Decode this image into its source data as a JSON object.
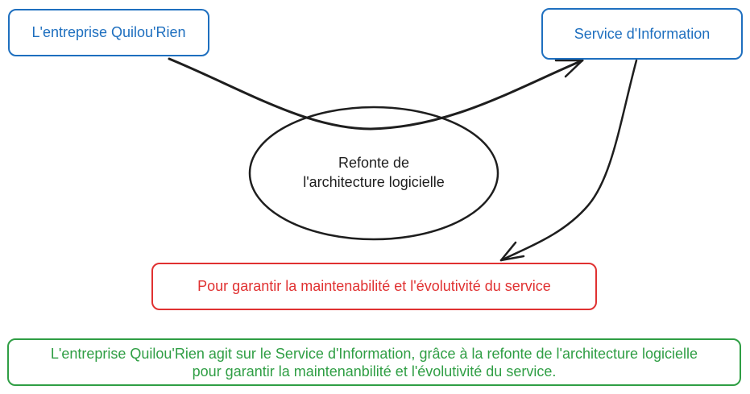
{
  "colors": {
    "blue": "#1e6fbf",
    "red": "#e03131",
    "green": "#2f9e44",
    "stroke": "#1e1e1e"
  },
  "nodes": {
    "company": {
      "label": "L'entreprise Quilou'Rien"
    },
    "service": {
      "label": "Service d'Information"
    },
    "refonte": {
      "line1": "Refonte de",
      "line2": "l'architecture logicielle"
    },
    "goal": {
      "label": "Pour garantir la maintenabilité et l'évolutivité du service"
    },
    "summary": {
      "line1": "L'entreprise Quilou'Rien agit sur le Service d'Information, grâce à la refonte de l'architecture logicielle",
      "line2": "pour garantir la maintenanbilité et l'évolutivité du service."
    }
  },
  "edges": [
    {
      "from": "company",
      "to": "service",
      "label": ""
    },
    {
      "from": "service",
      "to": "goal",
      "label": ""
    }
  ]
}
